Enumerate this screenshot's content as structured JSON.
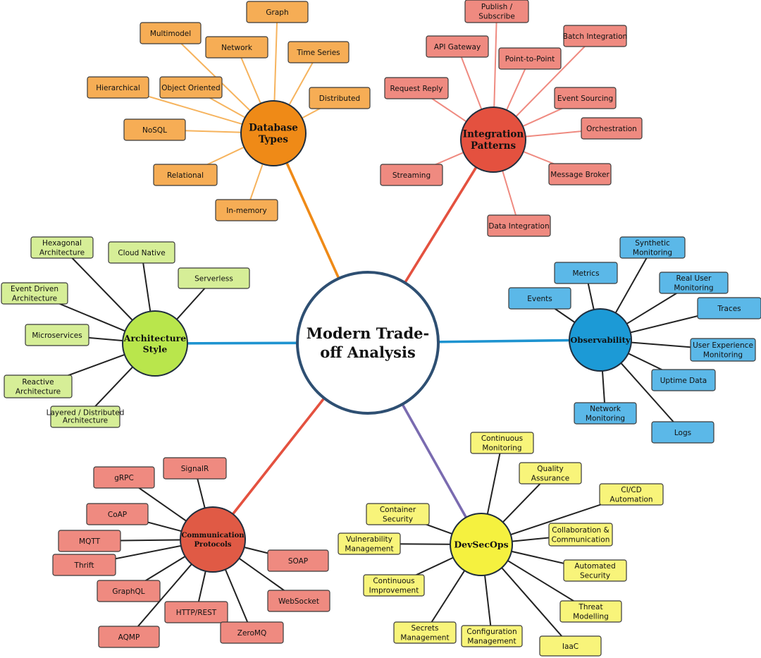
{
  "center": {
    "label": [
      "Modern Trade-",
      "off Analysis"
    ]
  },
  "colors": {
    "database": "#ef8a17",
    "integration": "#e4513f",
    "architecture": "#b9e64c",
    "observability": "#1c9ad6",
    "communication": "#e05a45",
    "devsecops": "#f5f13f",
    "center_border": "#2e4f72"
  },
  "branches": [
    {
      "id": "database",
      "label": [
        "Database",
        "Types"
      ],
      "hub_color": "#ef8a17",
      "line_color": "#ef8a17",
      "leaf_fill": "#f6ad55",
      "leaf_line": "#f6b35d",
      "leaves": [
        {
          "text": [
            "Graph"
          ]
        },
        {
          "text": [
            "Multimodel"
          ]
        },
        {
          "text": [
            "Network"
          ]
        },
        {
          "text": [
            "Time Series"
          ]
        },
        {
          "text": [
            "Hierarchical"
          ]
        },
        {
          "text": [
            "Object Oriented"
          ]
        },
        {
          "text": [
            "Distributed"
          ]
        },
        {
          "text": [
            "NoSQL"
          ]
        },
        {
          "text": [
            "Relational"
          ]
        },
        {
          "text": [
            "In-memory"
          ]
        }
      ]
    },
    {
      "id": "integration",
      "label": [
        "Integration",
        "Patterns"
      ],
      "hub_color": "#e4513f",
      "line_color": "#e4513f",
      "leaf_fill": "#ef8a80",
      "leaf_line": "#ef8a80",
      "leaves": [
        {
          "text": [
            "Publish /",
            "Subscribe"
          ]
        },
        {
          "text": [
            "API Gateway"
          ]
        },
        {
          "text": [
            "Batch Integration"
          ]
        },
        {
          "text": [
            "Point-to-Point"
          ]
        },
        {
          "text": [
            "Request Reply"
          ]
        },
        {
          "text": [
            "Event Sourcing"
          ]
        },
        {
          "text": [
            "Orchestration"
          ]
        },
        {
          "text": [
            "Streaming"
          ]
        },
        {
          "text": [
            "Message Broker"
          ]
        },
        {
          "text": [
            "Data Integration"
          ]
        }
      ]
    },
    {
      "id": "architecture",
      "label": [
        "Architecture",
        "Style"
      ],
      "hub_color": "#b9e64c",
      "line_color": "#1d93d0",
      "leaf_fill": "#d6ee97",
      "leaf_line": "#222222",
      "leaves": [
        {
          "text": [
            "Hexagonal",
            "Architecture"
          ]
        },
        {
          "text": [
            "Cloud Native"
          ]
        },
        {
          "text": [
            "Serverless"
          ]
        },
        {
          "text": [
            "Event Driven",
            "Architecture"
          ]
        },
        {
          "text": [
            "Microservices"
          ]
        },
        {
          "text": [
            "Reactive",
            "Architecture"
          ]
        },
        {
          "text": [
            "Layered / Distributed",
            "Architecture"
          ]
        }
      ]
    },
    {
      "id": "observability",
      "label": [
        "Observability"
      ],
      "hub_color": "#1c9ad6",
      "line_color": "#1d93d0",
      "leaf_fill": "#5bb8e8",
      "leaf_line": "#222222",
      "leaves": [
        {
          "text": [
            "Synthetic",
            "Monitoring"
          ]
        },
        {
          "text": [
            "Metrics"
          ]
        },
        {
          "text": [
            "Real User",
            "Monitoring"
          ]
        },
        {
          "text": [
            "Events"
          ]
        },
        {
          "text": [
            "Traces"
          ]
        },
        {
          "text": [
            "User Experience",
            "Monitoring"
          ]
        },
        {
          "text": [
            "Uptime Data"
          ]
        },
        {
          "text": [
            "Network",
            "Monitoring"
          ]
        },
        {
          "text": [
            "Logs"
          ]
        }
      ]
    },
    {
      "id": "communication",
      "label": [
        "Communication",
        "Protocols"
      ],
      "hub_color": "#e05a45",
      "line_color": "#e4513f",
      "leaf_fill": "#ef8a80",
      "leaf_line": "#222222",
      "leaves": [
        {
          "text": [
            "SignalR"
          ]
        },
        {
          "text": [
            "gRPC"
          ]
        },
        {
          "text": [
            "CoAP"
          ]
        },
        {
          "text": [
            "MQTT"
          ]
        },
        {
          "text": [
            "Thrift"
          ]
        },
        {
          "text": [
            "SOAP"
          ]
        },
        {
          "text": [
            "GraphQL"
          ]
        },
        {
          "text": [
            "WebSocket"
          ]
        },
        {
          "text": [
            "HTTP/REST"
          ]
        },
        {
          "text": [
            "ZeroMQ"
          ]
        },
        {
          "text": [
            "AQMP"
          ]
        }
      ]
    },
    {
      "id": "devsecops",
      "label": [
        "DevSecOps"
      ],
      "hub_color": "#f5f13f",
      "line_color": "#7a6bb0",
      "leaf_fill": "#f8f47a",
      "leaf_line": "#222222",
      "leaves": [
        {
          "text": [
            "Continuous",
            "Monitoring"
          ]
        },
        {
          "text": [
            "Quality",
            "Assurance"
          ]
        },
        {
          "text": [
            "CI/CD",
            "Automation"
          ]
        },
        {
          "text": [
            "Container",
            "Security"
          ]
        },
        {
          "text": [
            "Collaboration &",
            "Communication"
          ]
        },
        {
          "text": [
            "Vulnerability",
            "Management"
          ]
        },
        {
          "text": [
            "Automated",
            "Security"
          ]
        },
        {
          "text": [
            "Continuous",
            "Improvement"
          ]
        },
        {
          "text": [
            "Threat",
            "Modelling"
          ]
        },
        {
          "text": [
            "Secrets",
            "Management"
          ]
        },
        {
          "text": [
            "Configuration",
            "Management"
          ]
        },
        {
          "text": [
            "IaaC"
          ]
        }
      ]
    }
  ]
}
